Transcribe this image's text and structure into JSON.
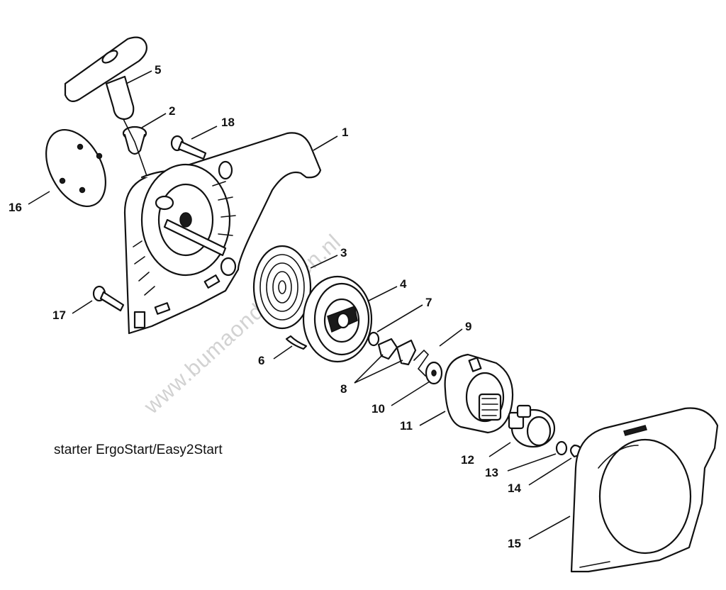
{
  "caption": "starter ErgoStart/Easy2Start",
  "watermark": "www.bumaonderdelen.nl",
  "callouts": [
    {
      "id": "1",
      "label": "1",
      "part": "starter-housing"
    },
    {
      "id": "2",
      "label": "2",
      "part": "rope-guide-bush"
    },
    {
      "id": "3",
      "label": "3",
      "part": "rewind-spring"
    },
    {
      "id": "4",
      "label": "4",
      "part": "rope-rotor"
    },
    {
      "id": "5",
      "label": "5",
      "part": "starter-grip"
    },
    {
      "id": "6",
      "label": "6",
      "part": "starter-rope"
    },
    {
      "id": "7",
      "label": "7",
      "part": "washer"
    },
    {
      "id": "8",
      "label": "8",
      "part": "pawls"
    },
    {
      "id": "9",
      "label": "9",
      "part": "spring-clip"
    },
    {
      "id": "10",
      "label": "10",
      "part": "washer"
    },
    {
      "id": "11",
      "label": "11",
      "part": "spring-housing"
    },
    {
      "id": "12",
      "label": "12",
      "part": "carrier"
    },
    {
      "id": "13",
      "label": "13",
      "part": "washer"
    },
    {
      "id": "14",
      "label": "14",
      "part": "e-clip"
    },
    {
      "id": "15",
      "label": "15",
      "part": "fan-cover"
    },
    {
      "id": "16",
      "label": "16",
      "part": "cover-plate"
    },
    {
      "id": "17",
      "label": "17",
      "part": "screw"
    },
    {
      "id": "18",
      "label": "18",
      "part": "screw"
    }
  ],
  "colors": {
    "line": "#111111",
    "background": "#ffffff",
    "watermark": "#d2d2d2"
  }
}
